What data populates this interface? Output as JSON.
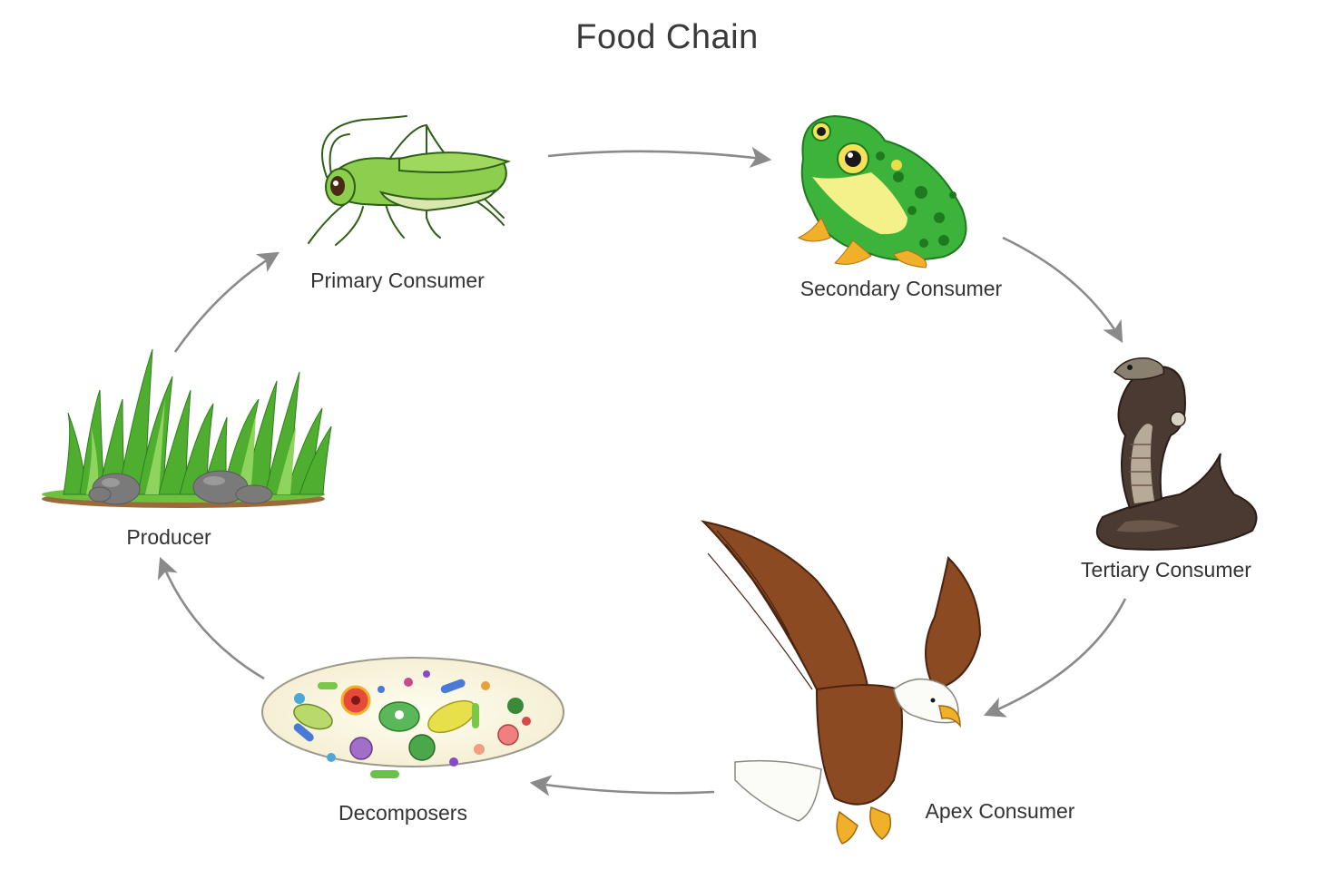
{
  "title": "Food Chain",
  "stages": {
    "producer": {
      "label": "Producer",
      "icon": "grass-icon"
    },
    "primary": {
      "label": "Primary Consumer",
      "icon": "grasshopper-icon"
    },
    "secondary": {
      "label": "Secondary Consumer",
      "icon": "frog-icon"
    },
    "tertiary": {
      "label": "Tertiary Consumer",
      "icon": "cobra-icon"
    },
    "apex": {
      "label": "Apex Consumer",
      "icon": "eagle-icon"
    },
    "decomposers": {
      "label": "Decomposers",
      "icon": "microbes-icon"
    }
  },
  "flow": [
    [
      "producer",
      "primary"
    ],
    [
      "primary",
      "secondary"
    ],
    [
      "secondary",
      "tertiary"
    ],
    [
      "tertiary",
      "apex"
    ],
    [
      "apex",
      "decomposers"
    ],
    [
      "decomposers",
      "producer"
    ]
  ],
  "colors": {
    "arrow": "#8a8a8a",
    "grass": "#5cbf3a",
    "grasshopper": "#8ccf4e",
    "frog": "#3cb43c",
    "cobra": "#4a3a32",
    "eagle": "#8b4a22",
    "microbe_dish": "#fbf7e3"
  }
}
